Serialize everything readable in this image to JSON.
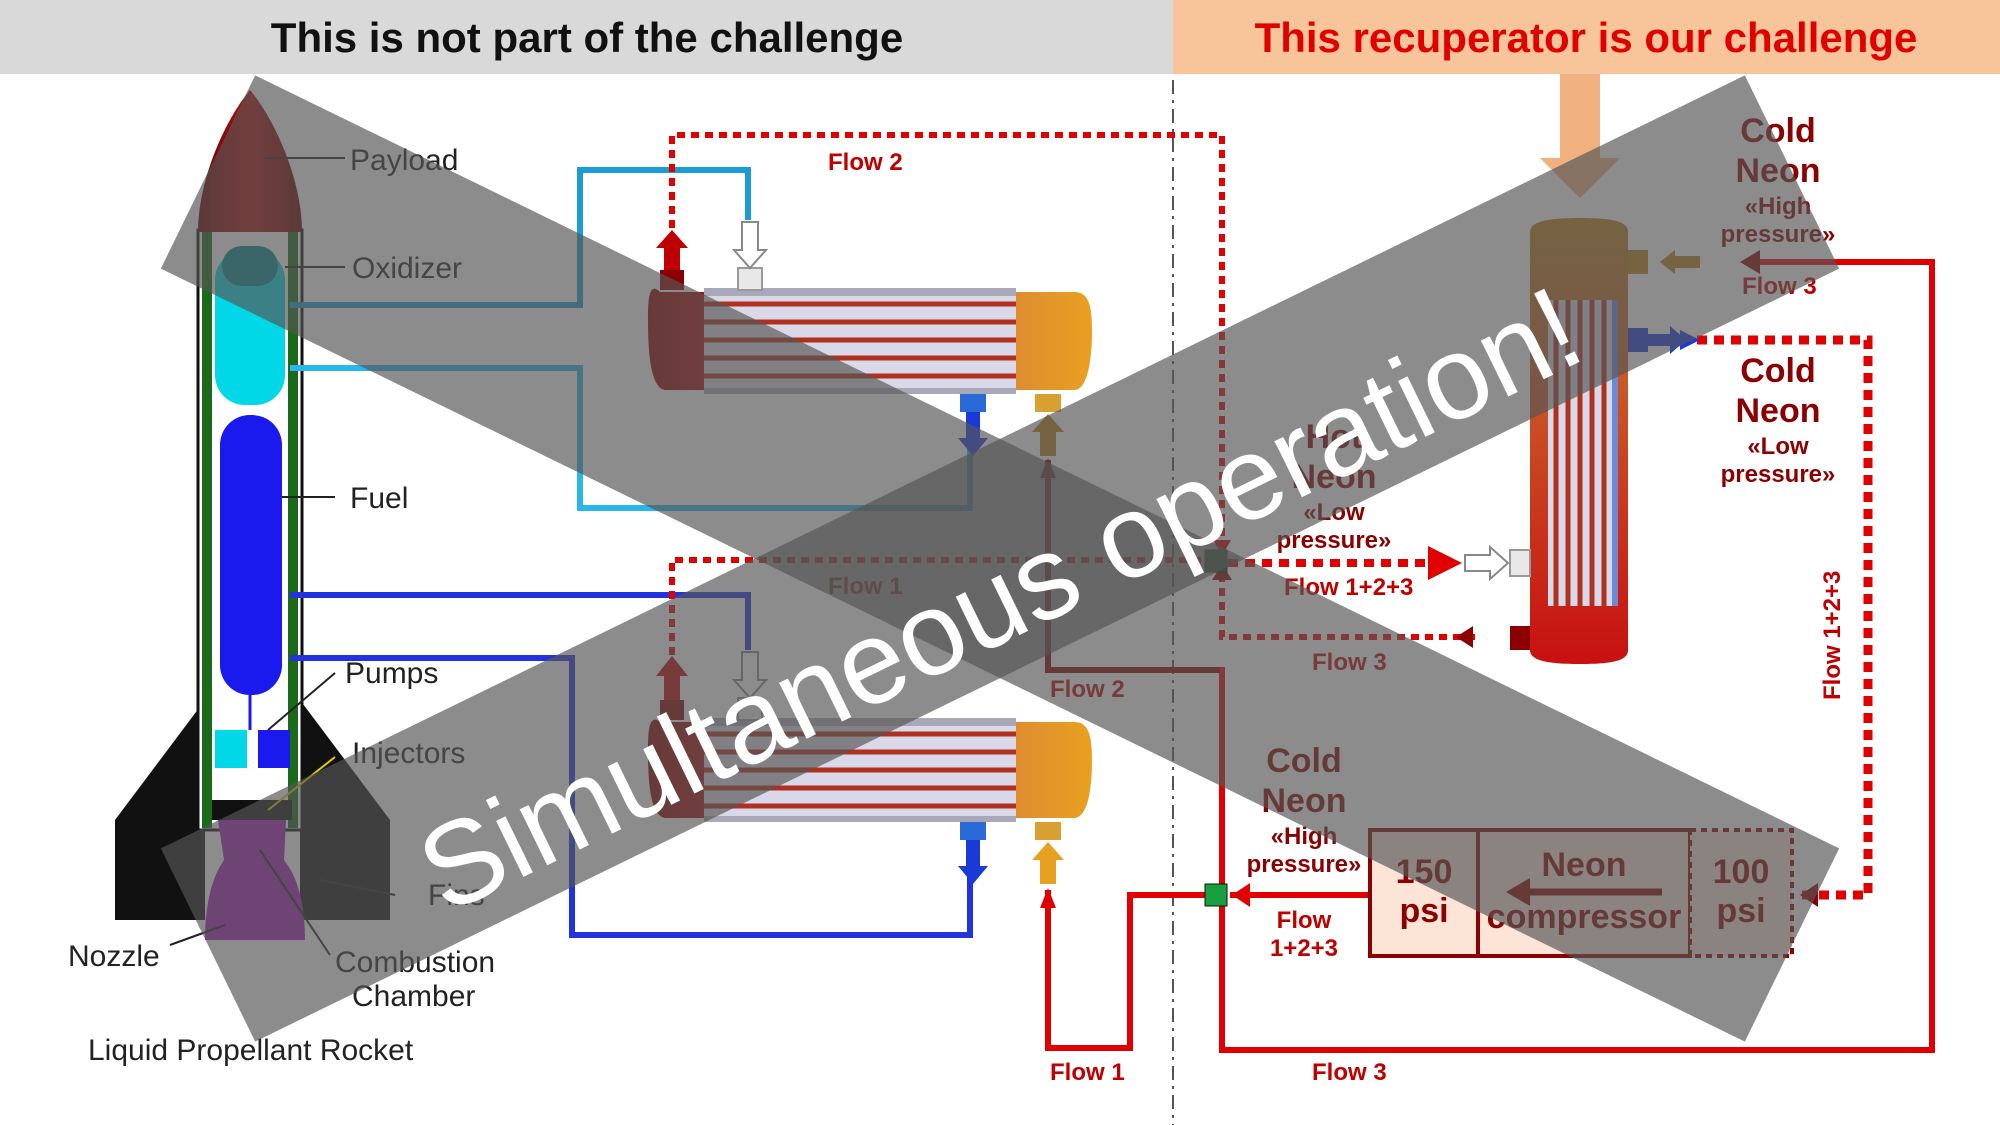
{
  "header": {
    "left_text": "This is not part of the challenge",
    "right_text": "This recuperator is our challenge",
    "left_color": "#d9d9d9",
    "right_color": "#f8c49a",
    "right_text_color": "#e00000"
  },
  "rocket": {
    "labels": {
      "payload": "Payload",
      "oxidizer": "Oxidizer",
      "fuel": "Fuel",
      "pumps": "Pumps",
      "injectors": "Injectors",
      "fins": "Fins",
      "nozzle": "Nozzle",
      "combustion_1": "Combustion",
      "combustion_2": "Chamber",
      "caption": "Liquid  Propellant  Rocket"
    }
  },
  "flows": {
    "flow_2_top": "Flow 2",
    "flow_1_mid": "Flow 1",
    "flow_2_mid": "Flow 2",
    "flow_1_bottom": "Flow 1",
    "flow_3_bottom": "Flow 3",
    "flow_3_mid": "Flow 3",
    "flow_3_top": "Flow 3",
    "flow_123_main": "Flow 1+2+3",
    "flow_123_vertical": "Flow 1+2+3",
    "flow_123_comp_1": "Flow",
    "flow_123_comp_2": "1+2+3"
  },
  "neon": {
    "hot_1": "Hot",
    "hot_2": "Neon",
    "hot_3": "«Low",
    "hot_4": "pressure»",
    "cold_hp_top_1": "Cold",
    "cold_hp_top_2": "Neon",
    "cold_hp_top_3": "«High",
    "cold_hp_top_4": "pressure»",
    "cold_lp_1": "Cold",
    "cold_lp_2": "Neon",
    "cold_lp_3": "«Low",
    "cold_lp_4": "pressure»",
    "cold_hp_bot_1": "Cold",
    "cold_hp_bot_2": "Neon",
    "cold_hp_bot_3": "«High",
    "cold_hp_bot_4": "pressure»"
  },
  "compressor": {
    "high_1": "150",
    "high_2": "psi",
    "name_1": "Neon",
    "name_2": "compressor",
    "low_1": "100",
    "low_2": "psi"
  },
  "overlay": {
    "banner_text": "Simultaneous operation!"
  },
  "colors": {
    "flow_red": "#e00000",
    "dark_red": "#8b0000",
    "light_blue": "#29b6e8",
    "blue": "#2233dd",
    "cross_gray": "#555555",
    "hx_orange": "#e8a020"
  }
}
